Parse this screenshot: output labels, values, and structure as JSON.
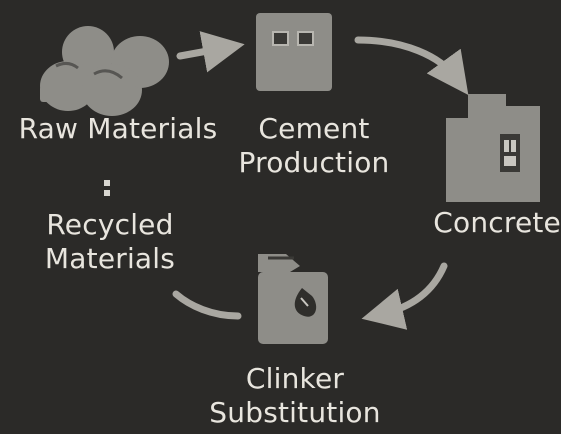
{
  "diagram": {
    "nodes": {
      "raw_materials": {
        "label": "Raw Materials",
        "icon": "stones-icon"
      },
      "cement_production": {
        "label_line1": "Cement",
        "label_line2": "Production",
        "icon": "cement-block-icon"
      },
      "concrete": {
        "label": "Concrete",
        "icon": "building-icon"
      },
      "recycled_materials": {
        "label_line1": "Recycled",
        "label_line2": "Materials",
        "icon": "dotted-separator-icon"
      },
      "clinker_substitution": {
        "label_line1": "Clinker",
        "label_line2": "Substitution",
        "icon": "bag-icon"
      }
    },
    "colors": {
      "background": "#2b2a28",
      "icon_fill": "#8e8d88",
      "icon_dark": "#3a3936",
      "arrow": "#a9a7a1",
      "text": "#e8e5de"
    }
  }
}
